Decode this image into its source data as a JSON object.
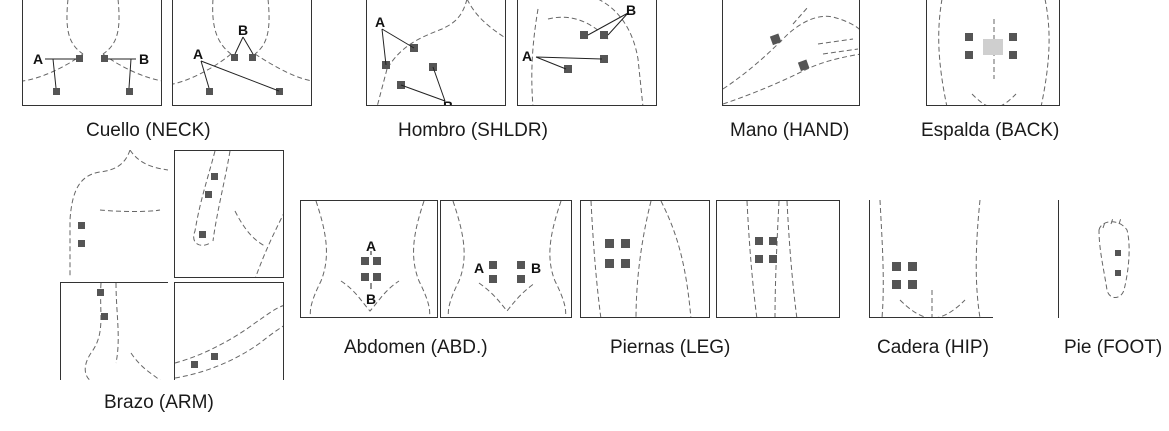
{
  "captions": {
    "neck": "Cuello (NECK)",
    "shoulder": "Hombro (SHLDR)",
    "hand": "Mano (HAND)",
    "back": "Espalda (BACK)",
    "arm": "Brazo (ARM)",
    "abdomen": "Abdomen (ABD.)",
    "leg": "Piernas (LEG)",
    "hip": "Cadera (HIP)",
    "foot": "Pie (FOOT)"
  },
  "point_labels": {
    "a": "A",
    "b": "B"
  },
  "colors": {
    "pad": "#555555",
    "outline": "#666666",
    "border": "#333333"
  }
}
